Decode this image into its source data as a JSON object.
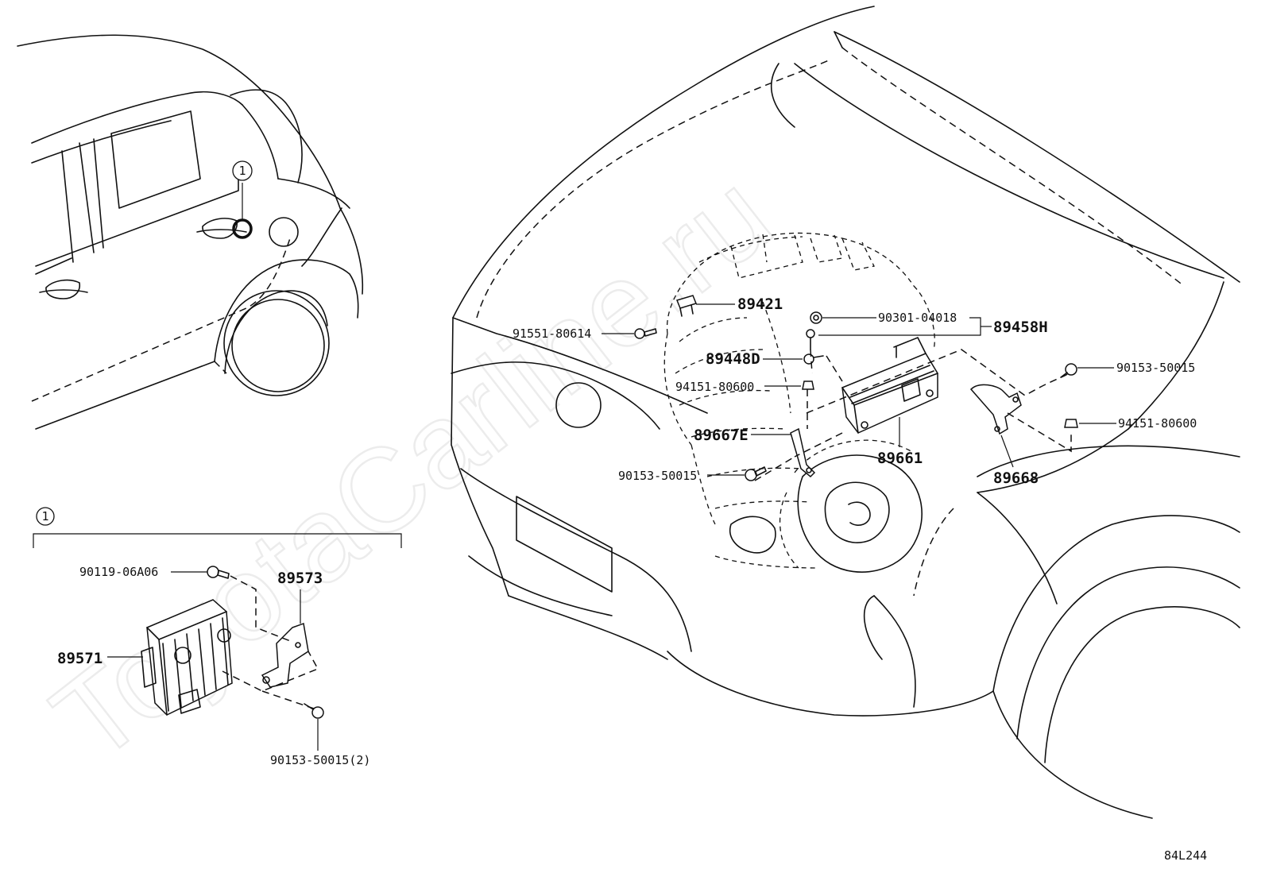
{
  "watermark": "ToyotaCarline.ru",
  "diagram_code": "84L244",
  "callout_marker": "1",
  "inset": {
    "marker": "1",
    "labels": {
      "bolt_top": "90119-06A06",
      "bracket": "89573",
      "ecu": "89571",
      "bolt_bottom": "90153-50015(2)"
    }
  },
  "main": {
    "labels": {
      "p89421": "89421",
      "p90301": "90301-04018",
      "p89458h": "89458H",
      "p91551": "91551-80614",
      "p89448d": "89448D",
      "p94151a": "94151-80600",
      "p89667e": "89667E",
      "p89661": "89661",
      "p90153a": "90153-50015",
      "p90153b": "90153-50015",
      "p94151b": "94151-80600",
      "p89668": "89668"
    }
  }
}
